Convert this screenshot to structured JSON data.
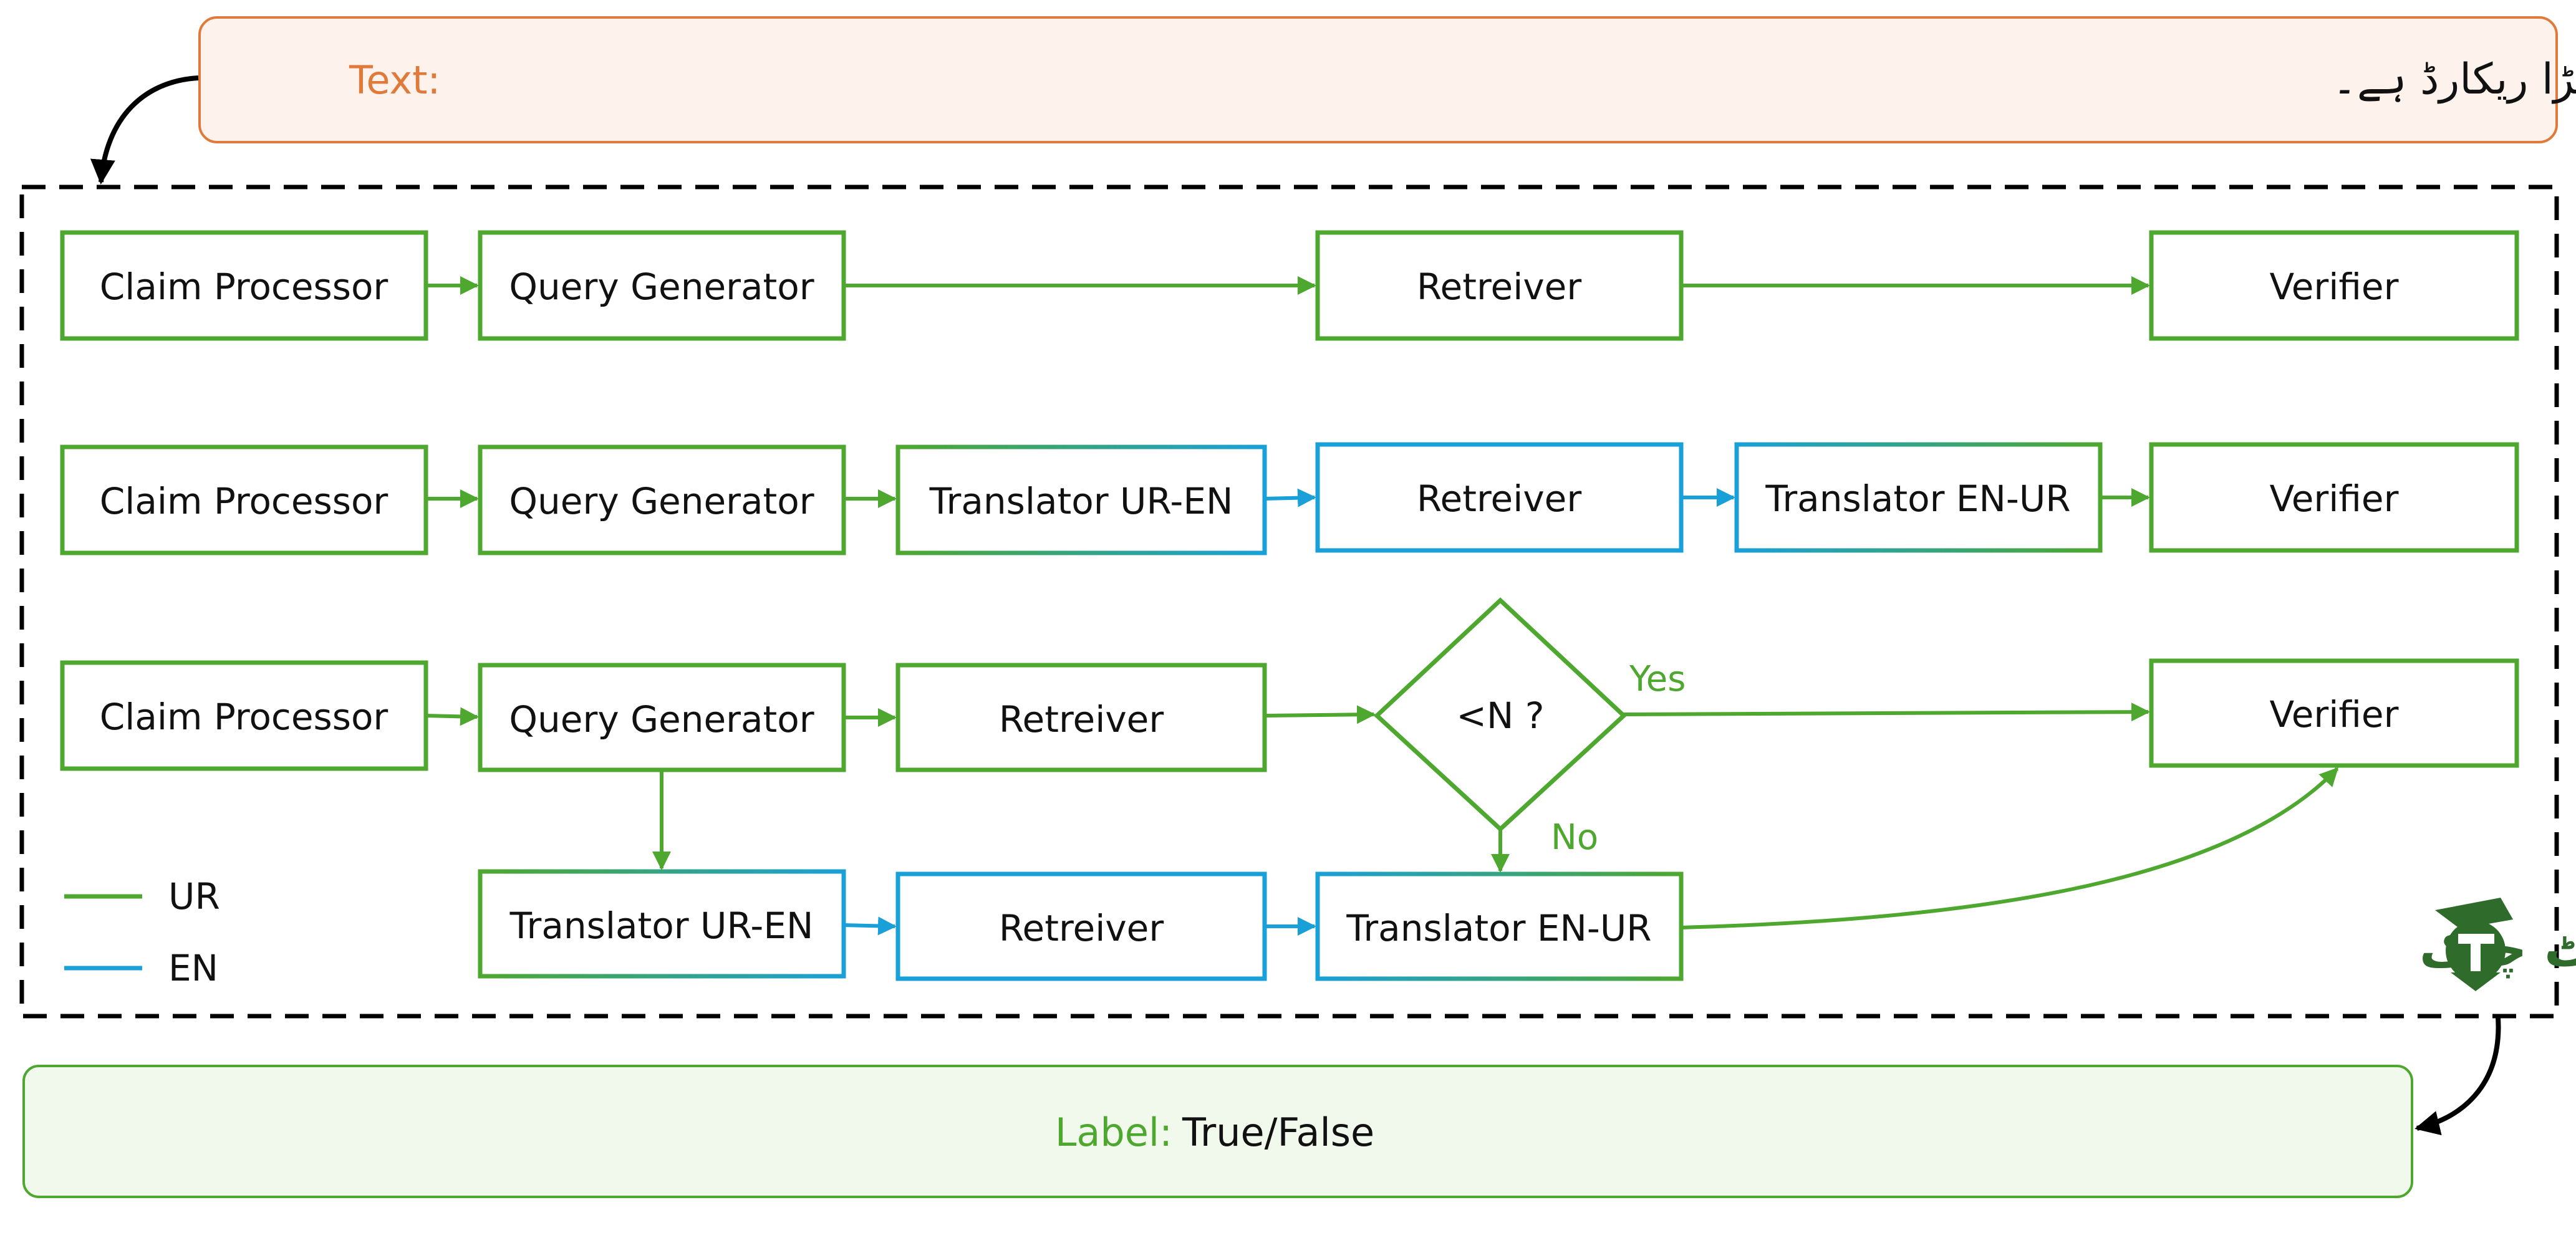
{
  "input": {
    "label": "Text:",
    "urdu_text": "سچن ٹنڈولکر کرکٹ کی تاریخ میں واحد کھلاڑی ہیں جنہوں نے 100 بین الاقوامی سنچریاں اسکور کیں، جو اب تک کا سب سے بڑا ریکارڈ ہے۔"
  },
  "pipeline1": {
    "claim_processor": "Claim  Processor",
    "query_generator": "Query Generator",
    "retriever": "Retreiver",
    "verifier": "Verifier"
  },
  "pipeline2": {
    "claim_processor": "Claim Processor",
    "query_generator": "Query Generator",
    "translator_ur_en": "Translator UR-EN",
    "retriever": "Retreiver",
    "translator_en_ur": "Translator EN-UR",
    "verifier": "Verifier"
  },
  "pipeline3": {
    "claim_processor": "Claim Processor",
    "query_generator": "Query Generator",
    "retriever": "Retreiver",
    "decision": "<N ?",
    "yes": "Yes",
    "no": "No",
    "verifier": "Verifier",
    "translator_ur_en": "Translator UR-EN",
    "retriever_en": "Retreiver",
    "translator_en_ur": "Translator EN-UR"
  },
  "legend": {
    "ur": "UR",
    "en": "EN"
  },
  "logo": {
    "text": "اردو فیکٹ چیک"
  },
  "output": {
    "label": "Label:",
    "value": "True/False"
  },
  "colors": {
    "green": "#4ea72e",
    "blue": "#1aa0d8",
    "orange": "#e07a3a",
    "input_fill": "#fdf3ec",
    "output_fill": "#f1f8ec",
    "logo_green": "#2f6b2a"
  }
}
